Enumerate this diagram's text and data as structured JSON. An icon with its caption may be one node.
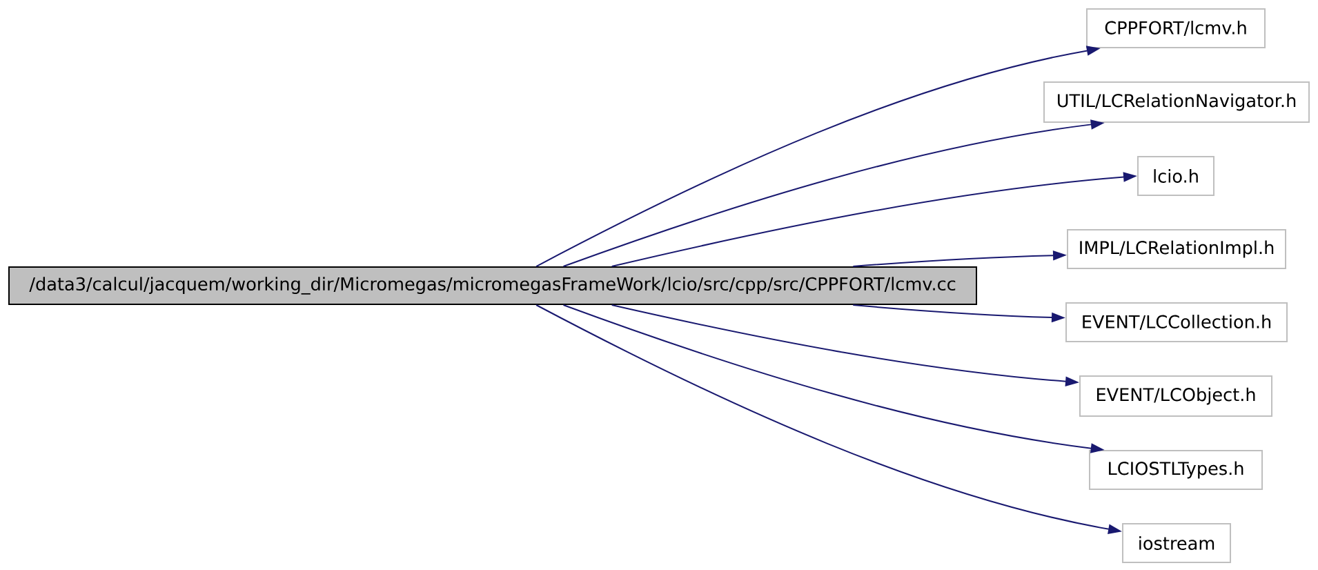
{
  "diagram": {
    "nodes": [
      {
        "text": [
          "/data3/calcul/jacquem/working_dir/Micromegas/micromegasFrameWork/lcio/src/cpp/src/CPPFORT/lcmv.cc"
        ]
      },
      {
        "text": [
          "CPPFORT/lcmv.h"
        ]
      },
      {
        "text": [
          "UTIL/LCRelationNavigator.h"
        ]
      },
      {
        "text": [
          "lcio.h"
        ]
      },
      {
        "text": [
          "IMPL/LCRelationImpl.h"
        ]
      },
      {
        "text": [
          "EVENT/LCCollection.h"
        ]
      },
      {
        "text": [
          "EVENT/LCObject.h"
        ]
      },
      {
        "text": [
          "LCIOSTLTypes.h"
        ]
      },
      {
        "text": [
          "iostream"
        ]
      }
    ],
    "edges": [
      {
        "from": 0,
        "to": 1,
        "arrow": "to"
      },
      {
        "from": 0,
        "to": 2,
        "arrow": "to"
      },
      {
        "from": 0,
        "to": 3,
        "arrow": "to"
      },
      {
        "from": 0,
        "to": 4,
        "arrow": "to"
      },
      {
        "from": 0,
        "to": 5,
        "arrow": "to"
      },
      {
        "from": 0,
        "to": 6,
        "arrow": "to"
      },
      {
        "from": 0,
        "to": 7,
        "arrow": "to"
      },
      {
        "from": 0,
        "to": 8,
        "arrow": "to"
      }
    ]
  }
}
